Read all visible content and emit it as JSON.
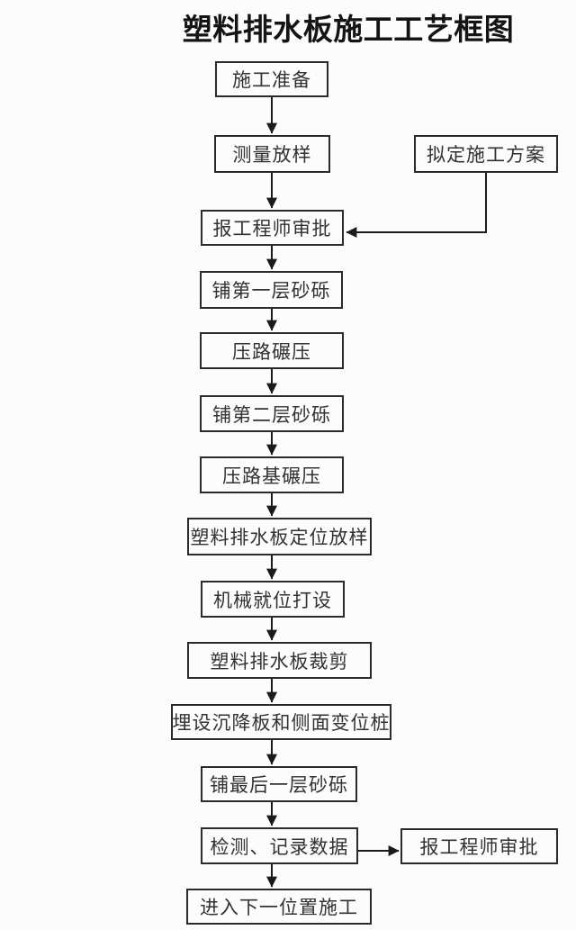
{
  "title": "塑料排水板施工工艺框图",
  "colors": {
    "background": "#fcfcfc",
    "box_border": "#2b2b2b",
    "line": "#1b1b1b",
    "text": "#323232",
    "title_text": "#141414"
  },
  "flowchart": {
    "nodes": [
      {
        "id": "construction-preparation",
        "label": "施工准备"
      },
      {
        "id": "survey-layout",
        "label": "测量放样"
      },
      {
        "id": "engineer-approval-1",
        "label": "报工程师审批"
      },
      {
        "id": "first-gravel-layer",
        "label": "铺第一层砂砾"
      },
      {
        "id": "road-rolling",
        "label": "压路碾压"
      },
      {
        "id": "second-gravel-layer",
        "label": "铺第二层砂砾"
      },
      {
        "id": "roadbed-rolling",
        "label": "压路基碾压"
      },
      {
        "id": "drainage-board-positioning",
        "label": "塑料排水板定位放样"
      },
      {
        "id": "machine-positioning-driving",
        "label": "机械就位打设"
      },
      {
        "id": "drainage-board-cutting",
        "label": "塑料排水板裁剪"
      },
      {
        "id": "settlement-plate-installation",
        "label": "埋设沉降板和侧面变位桩"
      },
      {
        "id": "final-gravel-layer",
        "label": "铺最后一层砂砾"
      },
      {
        "id": "inspection-data-recording",
        "label": "检测、记录数据"
      },
      {
        "id": "next-position-construction",
        "label": "进入下一位置施工"
      }
    ],
    "side_nodes": [
      {
        "id": "draft-construction-plan",
        "label": "拟定施工方案"
      },
      {
        "id": "engineer-approval-2",
        "label": "报工程师审批"
      }
    ],
    "edges": [
      {
        "from": "construction-preparation",
        "to": "survey-layout"
      },
      {
        "from": "survey-layout",
        "to": "engineer-approval-1"
      },
      {
        "from": "draft-construction-plan",
        "to": "engineer-approval-1"
      },
      {
        "from": "engineer-approval-1",
        "to": "first-gravel-layer"
      },
      {
        "from": "first-gravel-layer",
        "to": "road-rolling"
      },
      {
        "from": "road-rolling",
        "to": "second-gravel-layer"
      },
      {
        "from": "second-gravel-layer",
        "to": "roadbed-rolling"
      },
      {
        "from": "roadbed-rolling",
        "to": "drainage-board-positioning"
      },
      {
        "from": "drainage-board-positioning",
        "to": "machine-positioning-driving"
      },
      {
        "from": "machine-positioning-driving",
        "to": "drainage-board-cutting"
      },
      {
        "from": "drainage-board-cutting",
        "to": "settlement-plate-installation"
      },
      {
        "from": "settlement-plate-installation",
        "to": "final-gravel-layer"
      },
      {
        "from": "final-gravel-layer",
        "to": "inspection-data-recording"
      },
      {
        "from": "inspection-data-recording",
        "to": "engineer-approval-2"
      },
      {
        "from": "inspection-data-recording",
        "to": "next-position-construction"
      }
    ]
  }
}
